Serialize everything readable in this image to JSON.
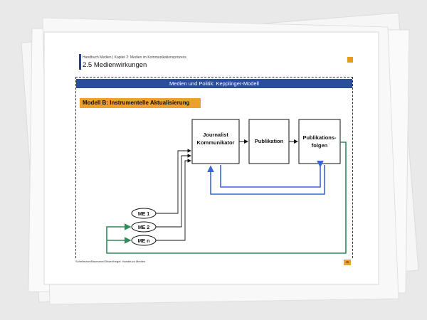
{
  "header": {
    "breadcrumb": "Handbuch Medien | Kapitel 2: Medien im Kommunikationsprozess",
    "section_title": "2.5  Medienwirkungen"
  },
  "slide": {
    "band_title": "Medien und Politik: Kepplinger-Modell",
    "model_label": "Modell B: Instrumentelle Aktualisierung"
  },
  "diagram": {
    "boxes": {
      "journalist_line1": "Journalist",
      "journalist_line2": "Kommunikator",
      "publikation": "Publikation",
      "folgen_line1": "Publikations-",
      "folgen_line2": "folgen"
    },
    "events": [
      "ME 1",
      "ME 2",
      "ME n"
    ],
    "colors": {
      "blue_loop": "#3a66d6",
      "green_loop": "#2f8a5c",
      "arrow": "#111111"
    }
  },
  "footer": {
    "credit": "Schellmann/Baumann/Gläser/Kegel: Handbuch Medien",
    "page_number": "45"
  }
}
